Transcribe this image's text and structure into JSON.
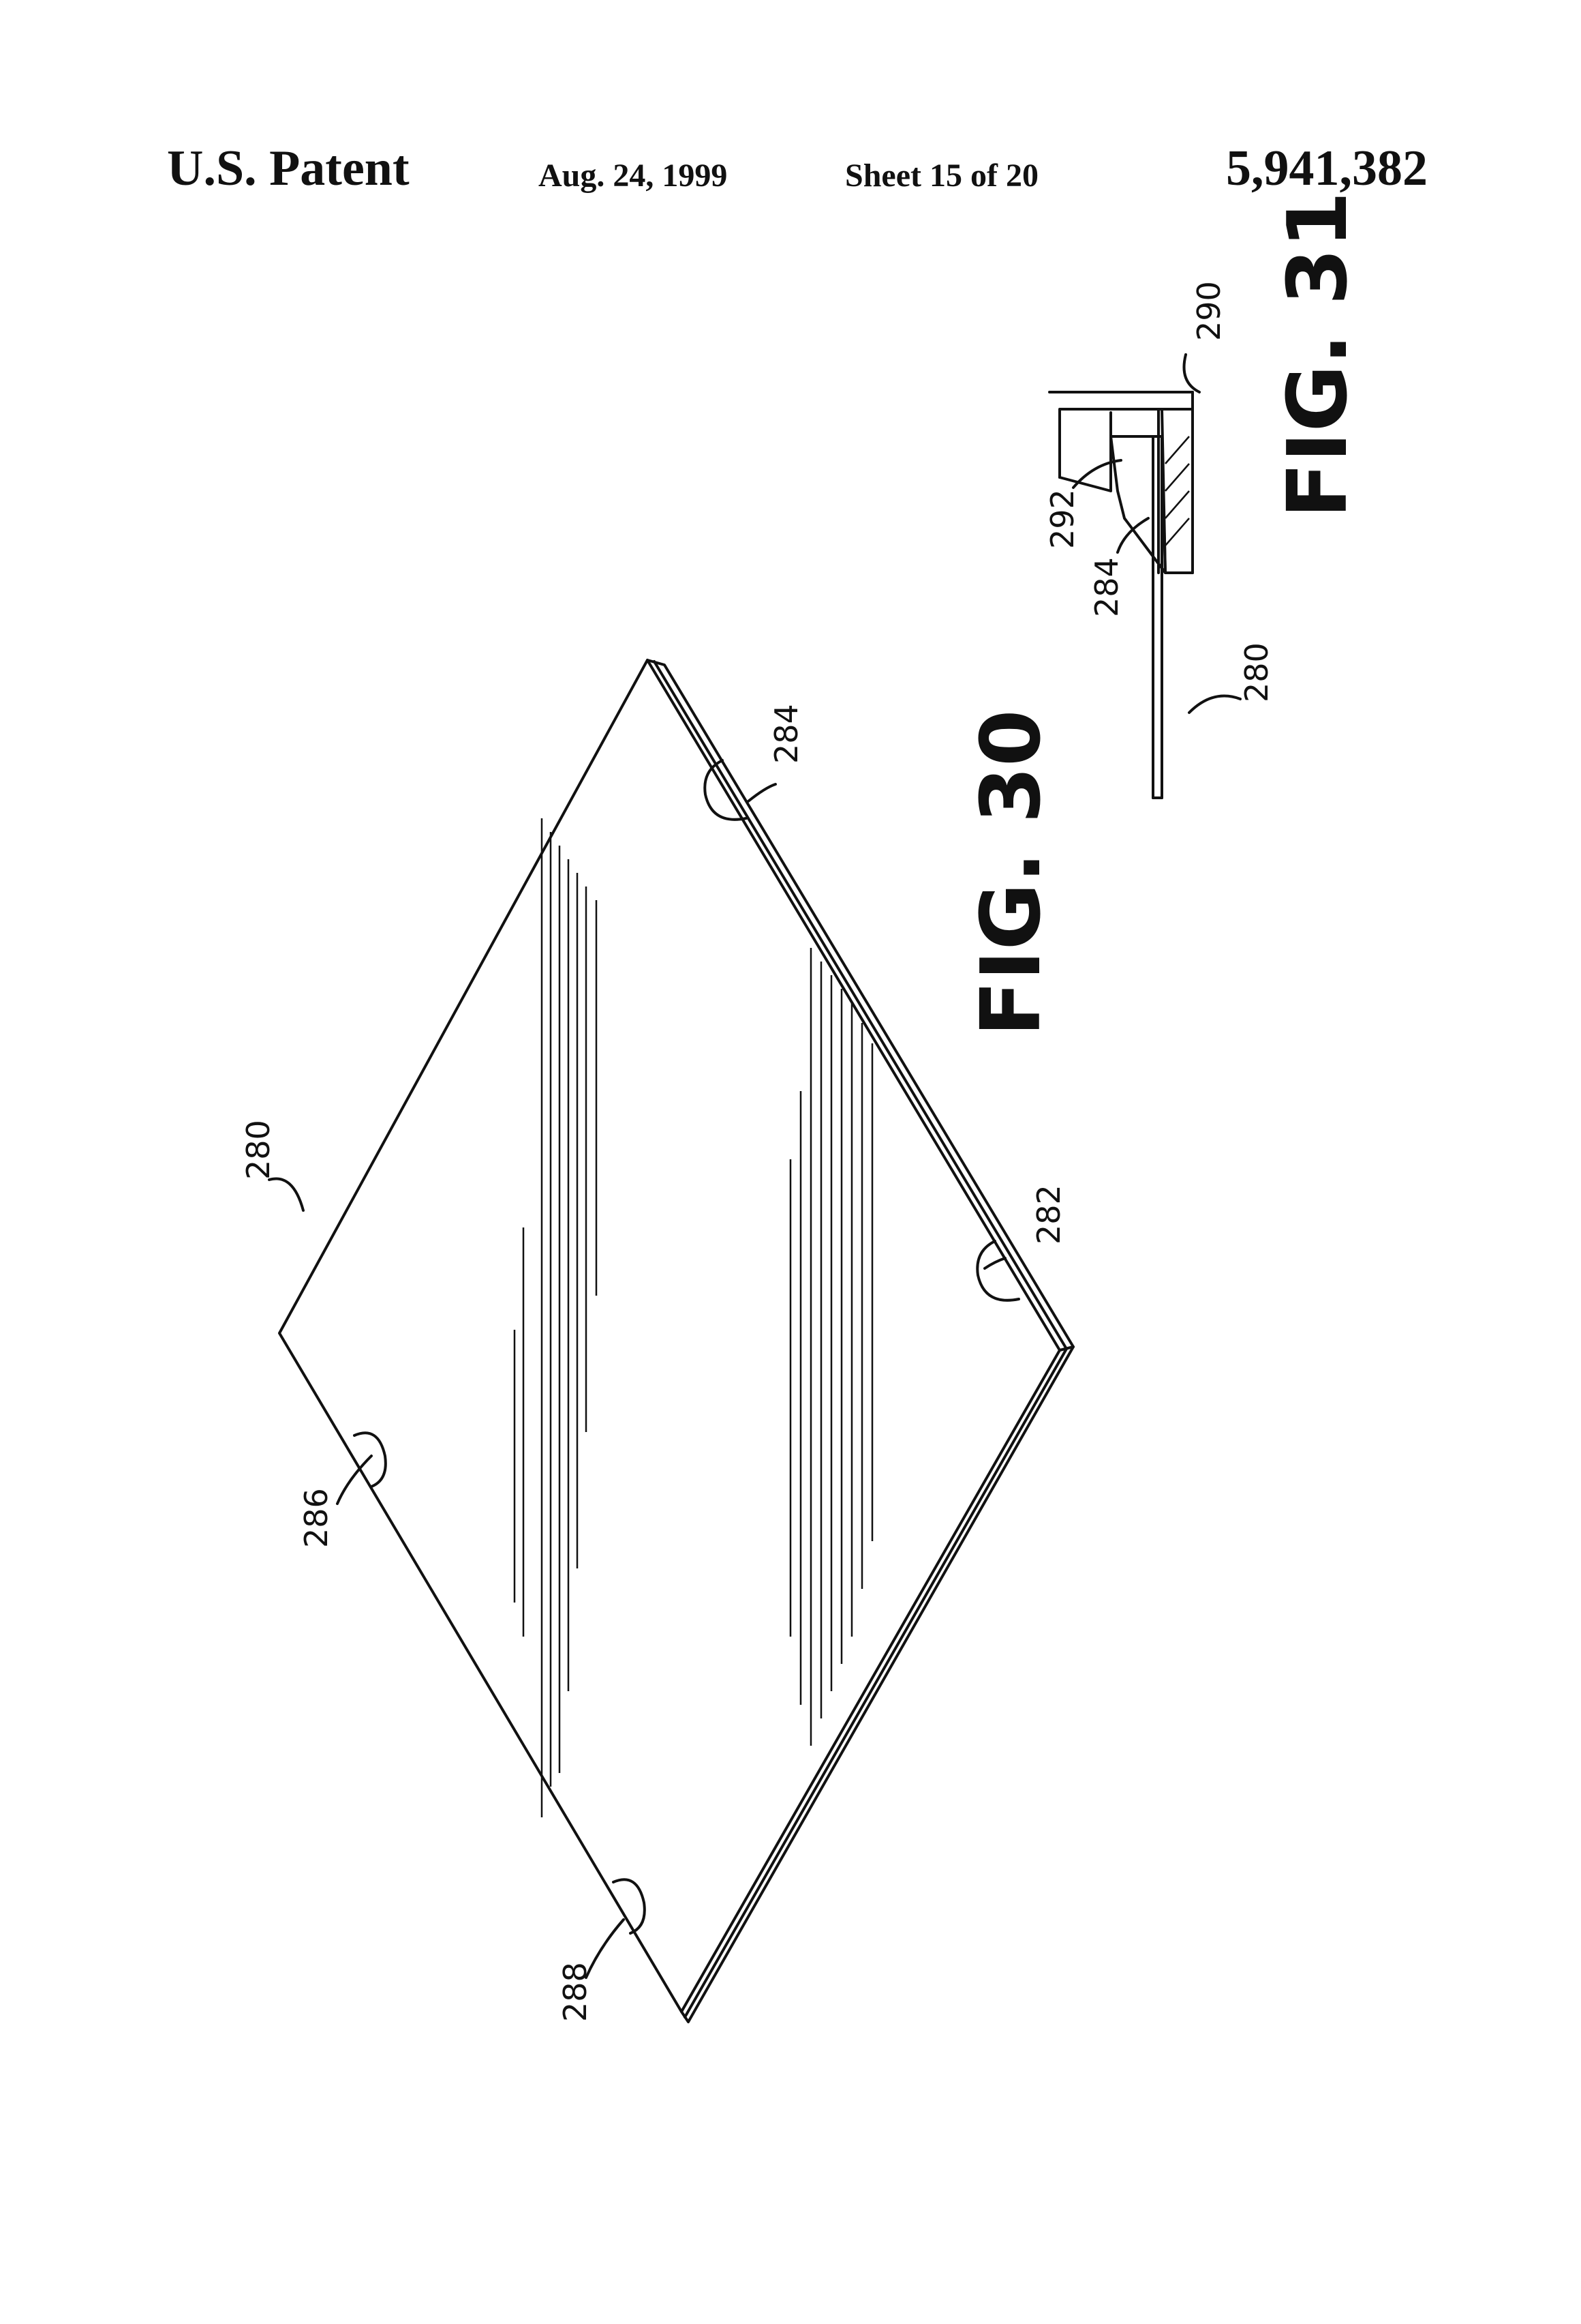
{
  "header": {
    "left": "U.S. Patent",
    "date": "Aug. 24, 1999",
    "sheet": "Sheet 15 of 20",
    "patent_number": "5,941,382"
  },
  "figures": [
    {
      "label": "FIG. 30",
      "refs": [
        "280",
        "284",
        "282",
        "286",
        "288"
      ]
    },
    {
      "label": "FIG. 31",
      "refs": [
        "290",
        "292",
        "284",
        "280"
      ]
    }
  ]
}
